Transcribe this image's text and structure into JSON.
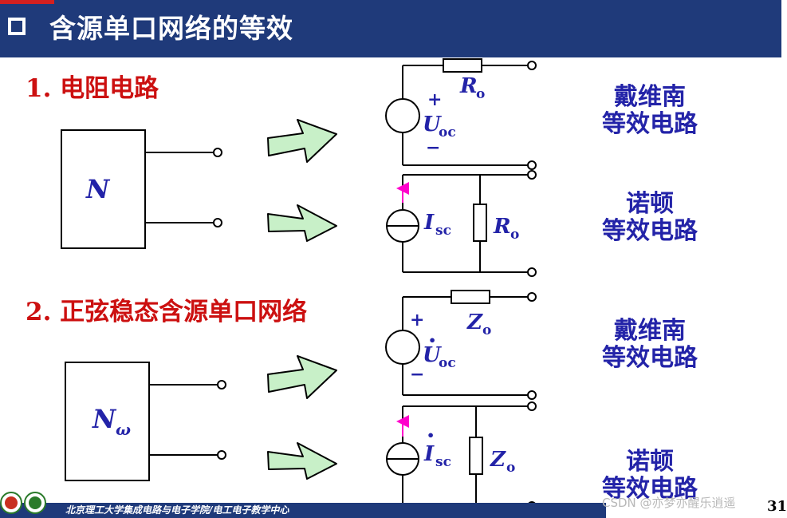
{
  "header": {
    "title": "含源单口网络的等效"
  },
  "sections": [
    {
      "label": "1. 电阻电路",
      "network": "N"
    },
    {
      "label": "2. 正弦稳态含源单口网络",
      "network": "N",
      "network_subscript": "ω"
    }
  ],
  "circuits": {
    "thevenin_1": {
      "source": "U",
      "source_sub": "oc",
      "resistor": "R",
      "resistor_sub": "o",
      "plus": "+",
      "minus": "−"
    },
    "norton_1": {
      "source": "I",
      "source_sub": "sc",
      "resistor": "R",
      "resistor_sub": "o"
    },
    "thevenin_2": {
      "source": "U",
      "source_sub": "oc",
      "dot": "•",
      "impedance": "Z",
      "impedance_sub": "o",
      "plus": "+",
      "minus": "−"
    },
    "norton_2": {
      "source": "I",
      "source_sub": "sc",
      "dot": "•",
      "impedance": "Z",
      "impedance_sub": "o"
    }
  },
  "equivalents": {
    "thevenin_line1": "戴维南",
    "thevenin_line2": "等效电路",
    "norton_line1": "诺顿",
    "norton_line2": "等效电路"
  },
  "footer": {
    "institution": "北京理工大学集成电路与电子学院/电工电子教学中心",
    "watermark": "CSDN @亦梦亦醒乐逍遥",
    "page": "31"
  },
  "colors": {
    "header_bg": "#1f3a7a",
    "section_red": "#cc1010",
    "label_blue": "#2323a8",
    "arrow_green": "#c8f0c8",
    "current_arrow": "#ff00cc"
  }
}
